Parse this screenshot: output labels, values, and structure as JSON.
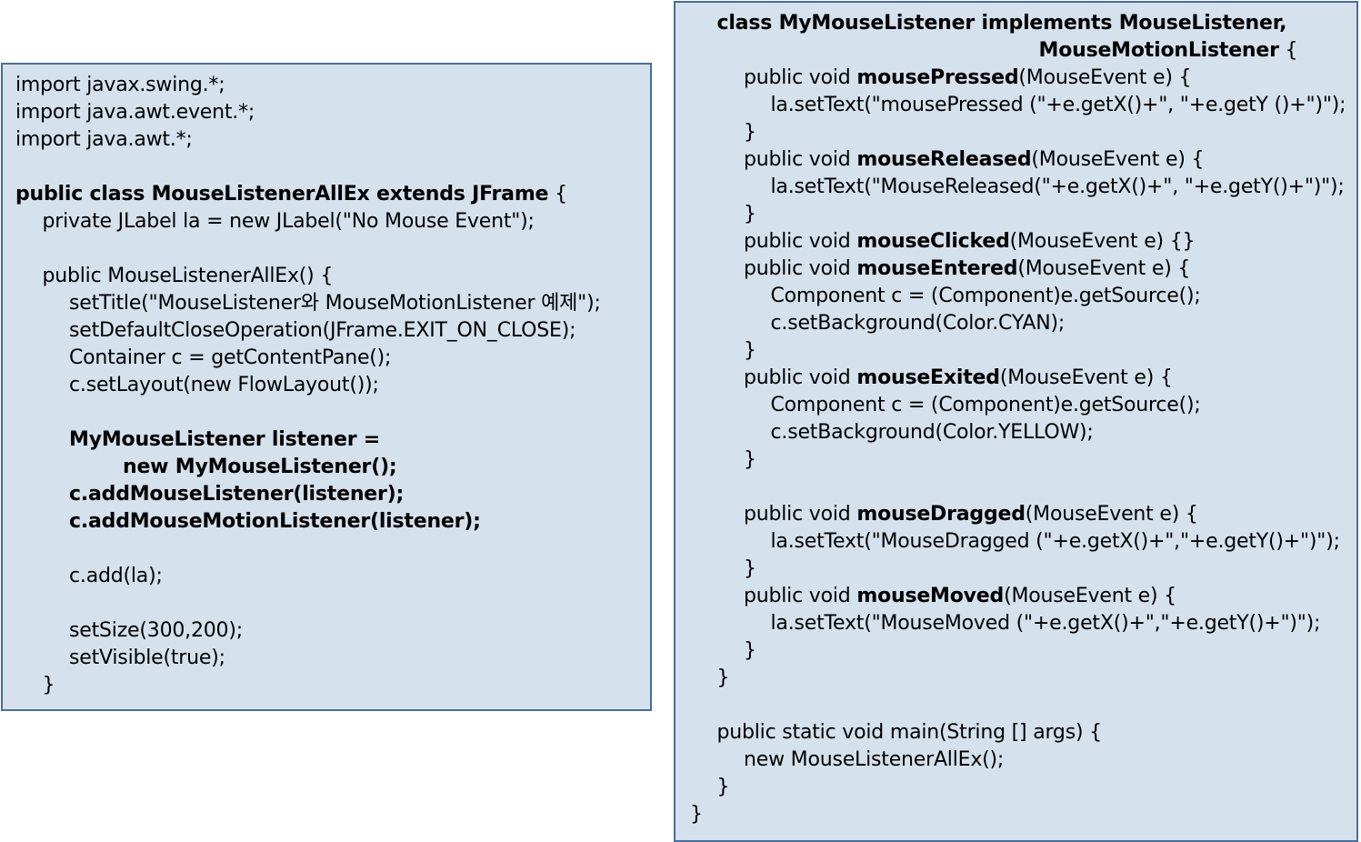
{
  "left_code": [
    {
      "indent": 0,
      "segs": [
        {
          "t": "import javax.swing.*;",
          "b": false
        }
      ]
    },
    {
      "indent": 0,
      "segs": [
        {
          "t": "import java.awt.event.*;",
          "b": false
        }
      ]
    },
    {
      "indent": 0,
      "segs": [
        {
          "t": "import java.awt.*;",
          "b": false
        }
      ]
    },
    {
      "indent": 0,
      "segs": []
    },
    {
      "indent": 0,
      "segs": [
        {
          "t": "public class MouseListenerAllEx extends JFrame",
          "b": true
        },
        {
          "t": " {",
          "b": false
        }
      ]
    },
    {
      "indent": 1,
      "segs": [
        {
          "t": "private JLabel la = new JLabel(\"No Mouse Event\");",
          "b": false
        }
      ]
    },
    {
      "indent": 0,
      "segs": []
    },
    {
      "indent": 1,
      "segs": [
        {
          "t": "public MouseListenerAllEx() {",
          "b": false
        }
      ]
    },
    {
      "indent": 2,
      "segs": [
        {
          "t": "setTitle(\"MouseListener와 MouseMotionListener 예제\");",
          "b": false
        }
      ]
    },
    {
      "indent": 2,
      "segs": [
        {
          "t": "setDefaultCloseOperation(JFrame.EXIT_ON_CLOSE);",
          "b": false
        }
      ]
    },
    {
      "indent": 2,
      "segs": [
        {
          "t": "Container c = getContentPane();",
          "b": false
        }
      ]
    },
    {
      "indent": 2,
      "segs": [
        {
          "t": "c.setLayout(new FlowLayout());",
          "b": false
        }
      ]
    },
    {
      "indent": 0,
      "segs": []
    },
    {
      "indent": 2,
      "segs": [
        {
          "t": "MyMouseListener listener =",
          "b": true
        }
      ]
    },
    {
      "indent": 4,
      "segs": [
        {
          "t": "new MyMouseListener();",
          "b": true
        }
      ]
    },
    {
      "indent": 2,
      "segs": [
        {
          "t": "c.addMouseListener(listener);",
          "b": true
        }
      ]
    },
    {
      "indent": 2,
      "segs": [
        {
          "t": "c.addMouseMotionListener(listener);",
          "b": true
        }
      ]
    },
    {
      "indent": 0,
      "segs": []
    },
    {
      "indent": 2,
      "segs": [
        {
          "t": "c.add(la);",
          "b": false
        }
      ]
    },
    {
      "indent": 0,
      "segs": []
    },
    {
      "indent": 2,
      "segs": [
        {
          "t": "setSize(300,200);",
          "b": false
        }
      ]
    },
    {
      "indent": 2,
      "segs": [
        {
          "t": "setVisible(true);",
          "b": false
        }
      ]
    },
    {
      "indent": 1,
      "segs": [
        {
          "t": "}",
          "b": false
        }
      ]
    }
  ],
  "right_code": [
    {
      "indent": 1,
      "segs": [
        {
          "t": "class MyMouseListener implements MouseListener,",
          "b": true
        }
      ]
    },
    {
      "indent": 13,
      "segs": [
        {
          "t": "MouseMotionListener",
          "b": true
        },
        {
          "t": " {",
          "b": false
        }
      ]
    },
    {
      "indent": 2,
      "segs": [
        {
          "t": "public void ",
          "b": false
        },
        {
          "t": "mousePressed",
          "b": true
        },
        {
          "t": "(MouseEvent e) {",
          "b": false
        }
      ]
    },
    {
      "indent": 3,
      "segs": [
        {
          "t": "la.setText(\"mousePressed (\"+e.getX()+\", \"+e.getY ()+\")\");",
          "b": false
        }
      ]
    },
    {
      "indent": 2,
      "segs": [
        {
          "t": "}",
          "b": false
        }
      ]
    },
    {
      "indent": 2,
      "segs": [
        {
          "t": "public void ",
          "b": false
        },
        {
          "t": "mouseReleased",
          "b": true
        },
        {
          "t": "(MouseEvent e) {",
          "b": false
        }
      ]
    },
    {
      "indent": 3,
      "segs": [
        {
          "t": "la.setText(\"MouseReleased(\"+e.getX()+\", \"+e.getY()+\")\");",
          "b": false
        }
      ]
    },
    {
      "indent": 2,
      "segs": [
        {
          "t": "}",
          "b": false
        }
      ]
    },
    {
      "indent": 2,
      "segs": [
        {
          "t": "public void ",
          "b": false
        },
        {
          "t": "mouseClicked",
          "b": true
        },
        {
          "t": "(MouseEvent e) {}",
          "b": false
        }
      ]
    },
    {
      "indent": 2,
      "segs": [
        {
          "t": "public void ",
          "b": false
        },
        {
          "t": "mouseEntered",
          "b": true
        },
        {
          "t": "(MouseEvent e) {",
          "b": false
        }
      ]
    },
    {
      "indent": 3,
      "segs": [
        {
          "t": "Component c = (Component)e.getSource();",
          "b": false
        }
      ]
    },
    {
      "indent": 3,
      "segs": [
        {
          "t": "c.setBackground(Color.CYAN);",
          "b": false
        }
      ]
    },
    {
      "indent": 2,
      "segs": [
        {
          "t": "}",
          "b": false
        }
      ]
    },
    {
      "indent": 2,
      "segs": [
        {
          "t": "public void ",
          "b": false
        },
        {
          "t": "mouseExited",
          "b": true
        },
        {
          "t": "(MouseEvent e) {",
          "b": false
        }
      ]
    },
    {
      "indent": 3,
      "segs": [
        {
          "t": "Component c = (Component)e.getSource();",
          "b": false
        }
      ]
    },
    {
      "indent": 3,
      "segs": [
        {
          "t": "c.setBackground(Color.YELLOW);",
          "b": false
        }
      ]
    },
    {
      "indent": 2,
      "segs": [
        {
          "t": "}",
          "b": false
        }
      ]
    },
    {
      "indent": 0,
      "segs": []
    },
    {
      "indent": 2,
      "segs": [
        {
          "t": "public void ",
          "b": false
        },
        {
          "t": "mouseDragged",
          "b": true
        },
        {
          "t": "(MouseEvent e) {",
          "b": false
        }
      ]
    },
    {
      "indent": 3,
      "segs": [
        {
          "t": "la.setText(\"MouseDragged (\"+e.getX()+\",\"+e.getY()+\")\");",
          "b": false
        }
      ]
    },
    {
      "indent": 2,
      "segs": [
        {
          "t": "}",
          "b": false
        }
      ]
    },
    {
      "indent": 2,
      "segs": [
        {
          "t": "public void ",
          "b": false
        },
        {
          "t": "mouseMoved",
          "b": true
        },
        {
          "t": "(MouseEvent e) {",
          "b": false
        }
      ]
    },
    {
      "indent": 3,
      "segs": [
        {
          "t": "la.setText(\"MouseMoved (\"+e.getX()+\",\"+e.getY()+\")\");",
          "b": false
        }
      ]
    },
    {
      "indent": 2,
      "segs": [
        {
          "t": "}",
          "b": false
        }
      ]
    },
    {
      "indent": 1,
      "segs": [
        {
          "t": "}",
          "b": false
        }
      ]
    },
    {
      "indent": 0,
      "segs": []
    },
    {
      "indent": 1,
      "segs": [
        {
          "t": "public static void main(String [] args) {",
          "b": false
        }
      ]
    },
    {
      "indent": 2,
      "segs": [
        {
          "t": "new MouseListenerAllEx();",
          "b": false
        }
      ]
    },
    {
      "indent": 1,
      "segs": [
        {
          "t": "}",
          "b": false
        }
      ]
    },
    {
      "indent": 0,
      "segs": [
        {
          "t": "}",
          "b": false
        }
      ]
    }
  ]
}
